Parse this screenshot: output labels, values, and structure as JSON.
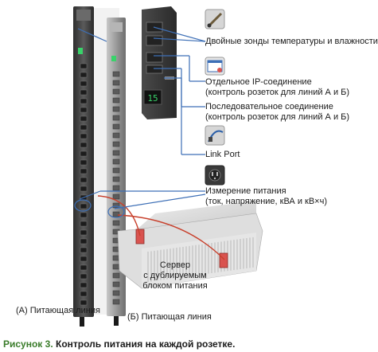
{
  "labels": {
    "temp_humidity": "Двойные зонды температуры и влажности",
    "ip_line1": "Отдельное IP-соединение",
    "ip_line2": "(контроль розеток для линий А и Б)",
    "serial_line1": "Последовательное соединение",
    "serial_line2": "(контроль розеток для линий А и Б)",
    "link_port": "Link Port",
    "power_line1": "Измерение питания",
    "power_line2": "(ток, напряжение, кВА и кВ×ч)",
    "server_line1": "Сервер",
    "server_line2": "с дублируемым",
    "server_line3": "блоком питания",
    "feed_a": "(А) Питающая линия",
    "feed_b": "(Б) Питающая линия"
  },
  "display_value": "15",
  "caption": {
    "number": "Рисунок 3.",
    "text": "Контроль питания на каждой розетке."
  },
  "colors": {
    "accent_blue": "#3d6fb6",
    "accent_red": "#c8402c",
    "caption_green": "#3a7c2a",
    "display_green": "#39d36a"
  }
}
